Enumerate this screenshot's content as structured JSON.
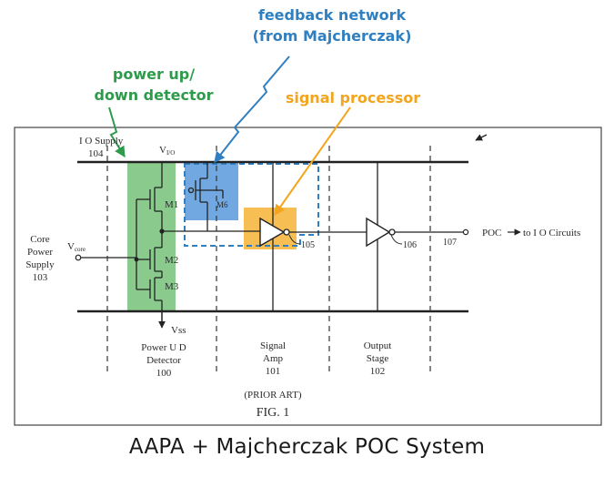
{
  "annotations": {
    "feedback_line1": "feedback network",
    "feedback_line2": "(from Majcherczak)",
    "power_line1": "power up/",
    "power_line2": "down detector",
    "signal_processor": "signal processor"
  },
  "colors": {
    "green": "#2e9a4b",
    "green_fill": "#4caf50",
    "blue": "#2f7fc1",
    "blue_fill": "#4a90d9",
    "orange": "#f2a51d",
    "orange_fill": "#f5b335"
  },
  "schematic": {
    "io_supply": "I O Supply",
    "io_supply_ref": "104",
    "vio": "V",
    "vio_sub": "I/O",
    "core_power": [
      "Core",
      "Power",
      "Supply",
      "103"
    ],
    "vcore": "V",
    "vcore_sub": "core",
    "m1": "M1",
    "m2": "M2",
    "m3": "M3",
    "m6": "M6",
    "vss": "Vss",
    "ref_105": "105",
    "ref_106": "106",
    "ref_107": "107",
    "poc_output": "POC",
    "to_io": "to I O Circuits",
    "power_ud": [
      "Power U D",
      "Detector",
      "100"
    ],
    "signal_amp": [
      "Signal",
      "Amp",
      "101"
    ],
    "output_stage": [
      "Output",
      "Stage",
      "102"
    ],
    "prior_art": "(PRIOR ART)",
    "fig": "FIG. 1"
  },
  "caption": "AAPA + Majcherczak POC System"
}
